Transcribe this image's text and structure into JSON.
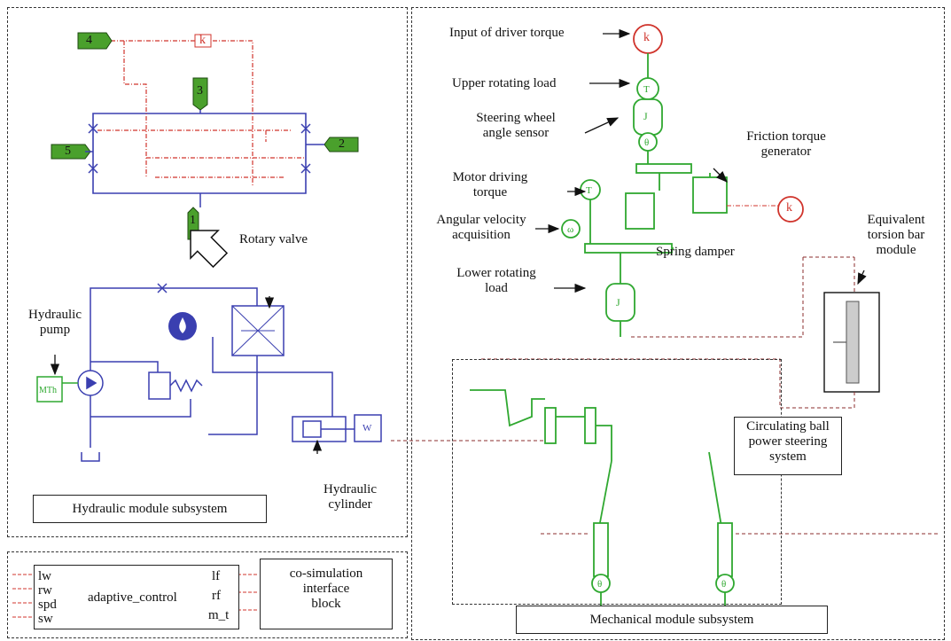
{
  "labels": {
    "rotary_valve": "Rotary valve",
    "hydraulic_pump": "Hydraulic\npump",
    "hydraulic_cylinder": "Hydraulic\ncylinder",
    "hydraulic_module": "Hydraulic module subsystem",
    "input_driver_torque": "Input of driver torque",
    "upper_rotating_load": "Upper rotating load",
    "steering_wheel_sensor": "Steering wheel\nangle sensor",
    "friction_torque": "Friction torque\ngenerator",
    "motor_driving_torque": "Motor driving\ntorque",
    "angular_velocity": "Angular velocity\nacquisition",
    "spring_damper": "Spring damper",
    "lower_rotating_load": "Lower rotating\nload",
    "equivalent_torsion_bar": "Equivalent\ntorsion bar\nmodule",
    "circulating_ball": "Circulating ball\npower steering\nsystem",
    "mechanical_module": "Mechanical module subsystem",
    "cosim_block": "co-simulation\ninterface\nblock"
  },
  "control_block": {
    "name": "adaptive_control",
    "inputs": [
      "lw",
      "rw",
      "spd",
      "sw"
    ],
    "outputs": [
      "lf",
      "rf",
      "m_t"
    ]
  },
  "valve_ports": [
    "4",
    "3",
    "5",
    "2",
    "1"
  ],
  "symbols": {
    "gain": "k",
    "pump_motor": "MTh",
    "cylinder_mass": "W",
    "inertia": "J",
    "torque": "T",
    "angle": "θ",
    "omega": "ω"
  },
  "colors": {
    "hydraulic": "#3a3fb0",
    "signal": "#d0342c",
    "mechanical": "#2fa830",
    "port_fill": "#4aa02c"
  }
}
